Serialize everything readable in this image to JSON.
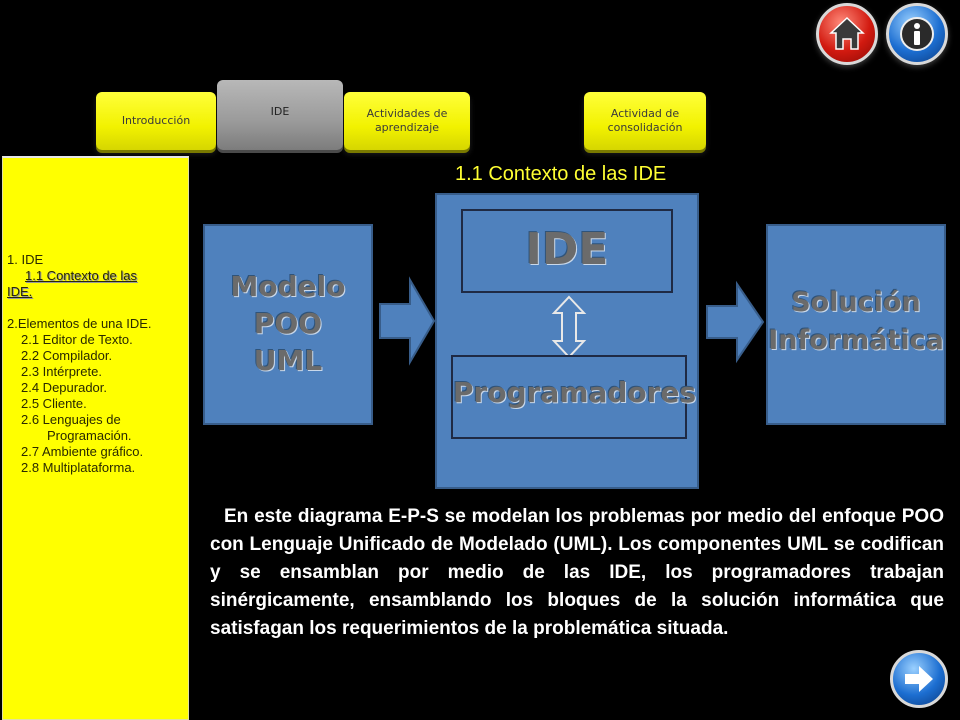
{
  "nav": {
    "home_icon": "home-icon",
    "info_icon": "info-icon",
    "tabs": [
      {
        "label": "Introducción"
      },
      {
        "label": "IDE"
      },
      {
        "label": "Actividades de aprendizaje"
      },
      {
        "label": "Actividad de consolidación"
      }
    ]
  },
  "sidebar": {
    "items": [
      "1. IDE",
      "1.1 Contexto de  las",
      "IDE.",
      "2.Elementos de una IDE.",
      "2.1 Editor de Texto.",
      "2.2 Compilador.",
      "2.3 Intérprete.",
      "2.4 Depurador.",
      "2.5 Cliente.",
      "2.6 Lenguajes de",
      "Programación.",
      "2.7 Ambiente gráfico.",
      "2.8 Multiplataforma."
    ]
  },
  "main": {
    "title": "1.1 Contexto de las IDE",
    "diagram": {
      "input_label": "Modelo\nPOO\nUML",
      "ide_label": "IDE",
      "programmers_label": "Programadores",
      "output_label": "Solución\nInformática"
    },
    "description": "En este diagrama E-P-S se modelan los problemas por medio del  enfoque POO con Lenguaje Unificado de Modelado (UML). Los componentes UML  se codifican y se ensamblan por medio de las IDE, los programadores trabajan sinérgicamente, ensamblando los bloques  de la solución informática que satisfagan los requerimientos de la problemática situada."
  },
  "colors": {
    "background": "#000000",
    "accent_yellow": "#ffff00",
    "title_yellow": "#ffff33",
    "box_blue": "#4f81bd"
  },
  "next_icon": "arrow-right-icon"
}
